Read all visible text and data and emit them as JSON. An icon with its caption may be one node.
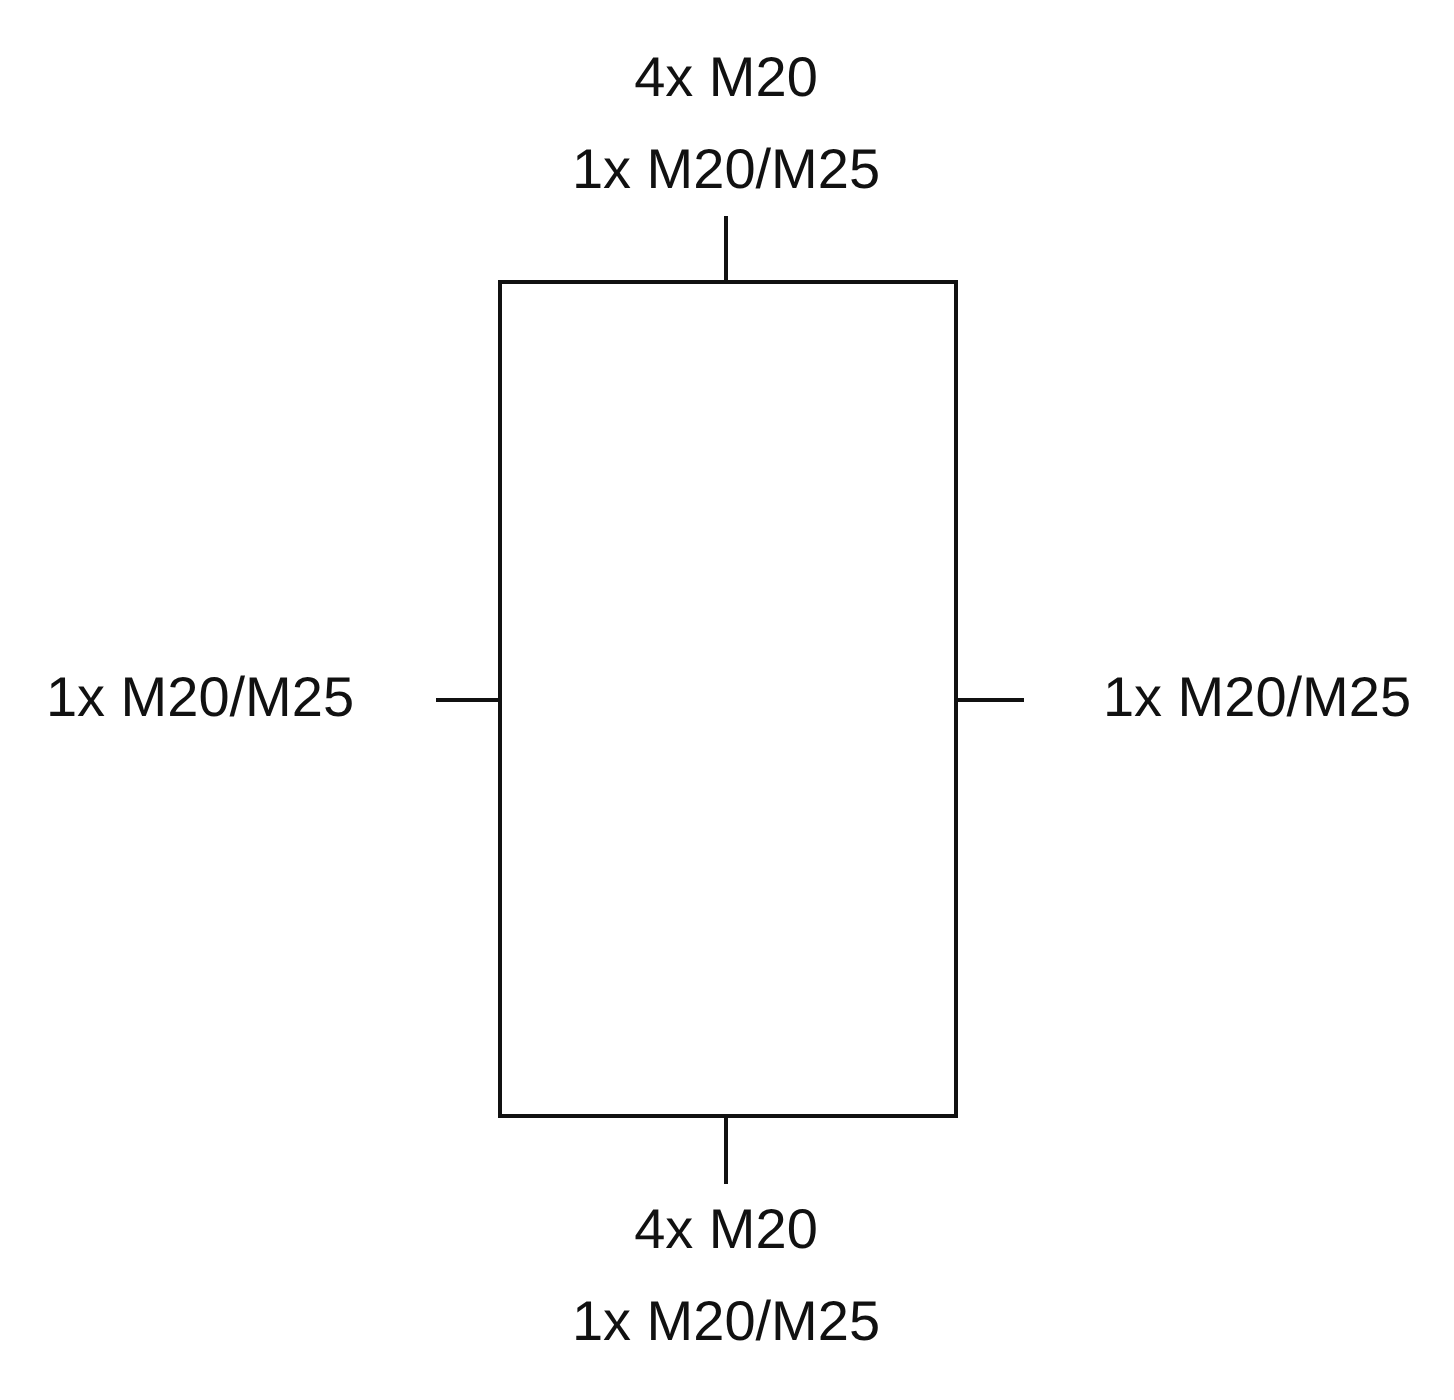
{
  "diagram": {
    "nodes": [
      {
        "text": [
          "4x M20",
          "1x M20/M25"
        ]
      },
      {
        "text": [
          "1x M20/M25"
        ]
      },
      {
        "text": [],
        "shape": "box"
      },
      {
        "text": [
          "1x M20/M25"
        ]
      },
      {
        "text": [
          "4x M20",
          "1x M20/M25"
        ]
      }
    ],
    "edges": [
      {
        "from": 0,
        "to": 2,
        "arrow": "none"
      },
      {
        "from": 1,
        "to": 2,
        "arrow": "none"
      },
      {
        "from": 3,
        "to": 2,
        "arrow": "none"
      },
      {
        "from": 4,
        "to": 2,
        "arrow": "none"
      }
    ]
  }
}
